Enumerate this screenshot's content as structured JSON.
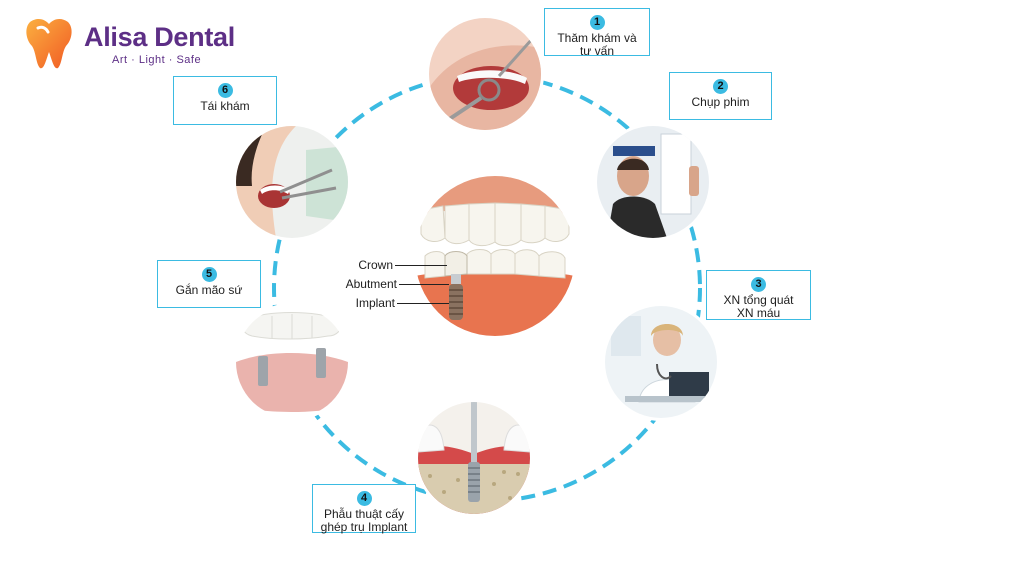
{
  "brand": {
    "name": "Alisa Dental",
    "tagline": "Art · Light · Safe",
    "color_primary": "#5d2f86",
    "color_logo": "#f7941d"
  },
  "diagram": {
    "ring_color": "#3bbbe2",
    "steps": [
      {
        "number": "1",
        "label": "Thăm khám và\ntư vấn",
        "icon": "dental-exam-icon"
      },
      {
        "number": "2",
        "label": "Chụp phim",
        "icon": "xray-scan-icon"
      },
      {
        "number": "3",
        "label": "XN tổng quát\nXN máu",
        "icon": "doctor-icon"
      },
      {
        "number": "4",
        "label": "Phẫu thuật cấy\nghép trụ Implant",
        "icon": "implant-surgery-icon"
      },
      {
        "number": "5",
        "label": "Gắn mão sứ",
        "icon": "crown-bridge-icon"
      },
      {
        "number": "6",
        "label": "Tái khám",
        "icon": "checkup-icon"
      }
    ],
    "center": {
      "icon": "implant-cross-section-icon",
      "labels": [
        "Crown",
        "Abutment",
        "Implant"
      ]
    }
  }
}
